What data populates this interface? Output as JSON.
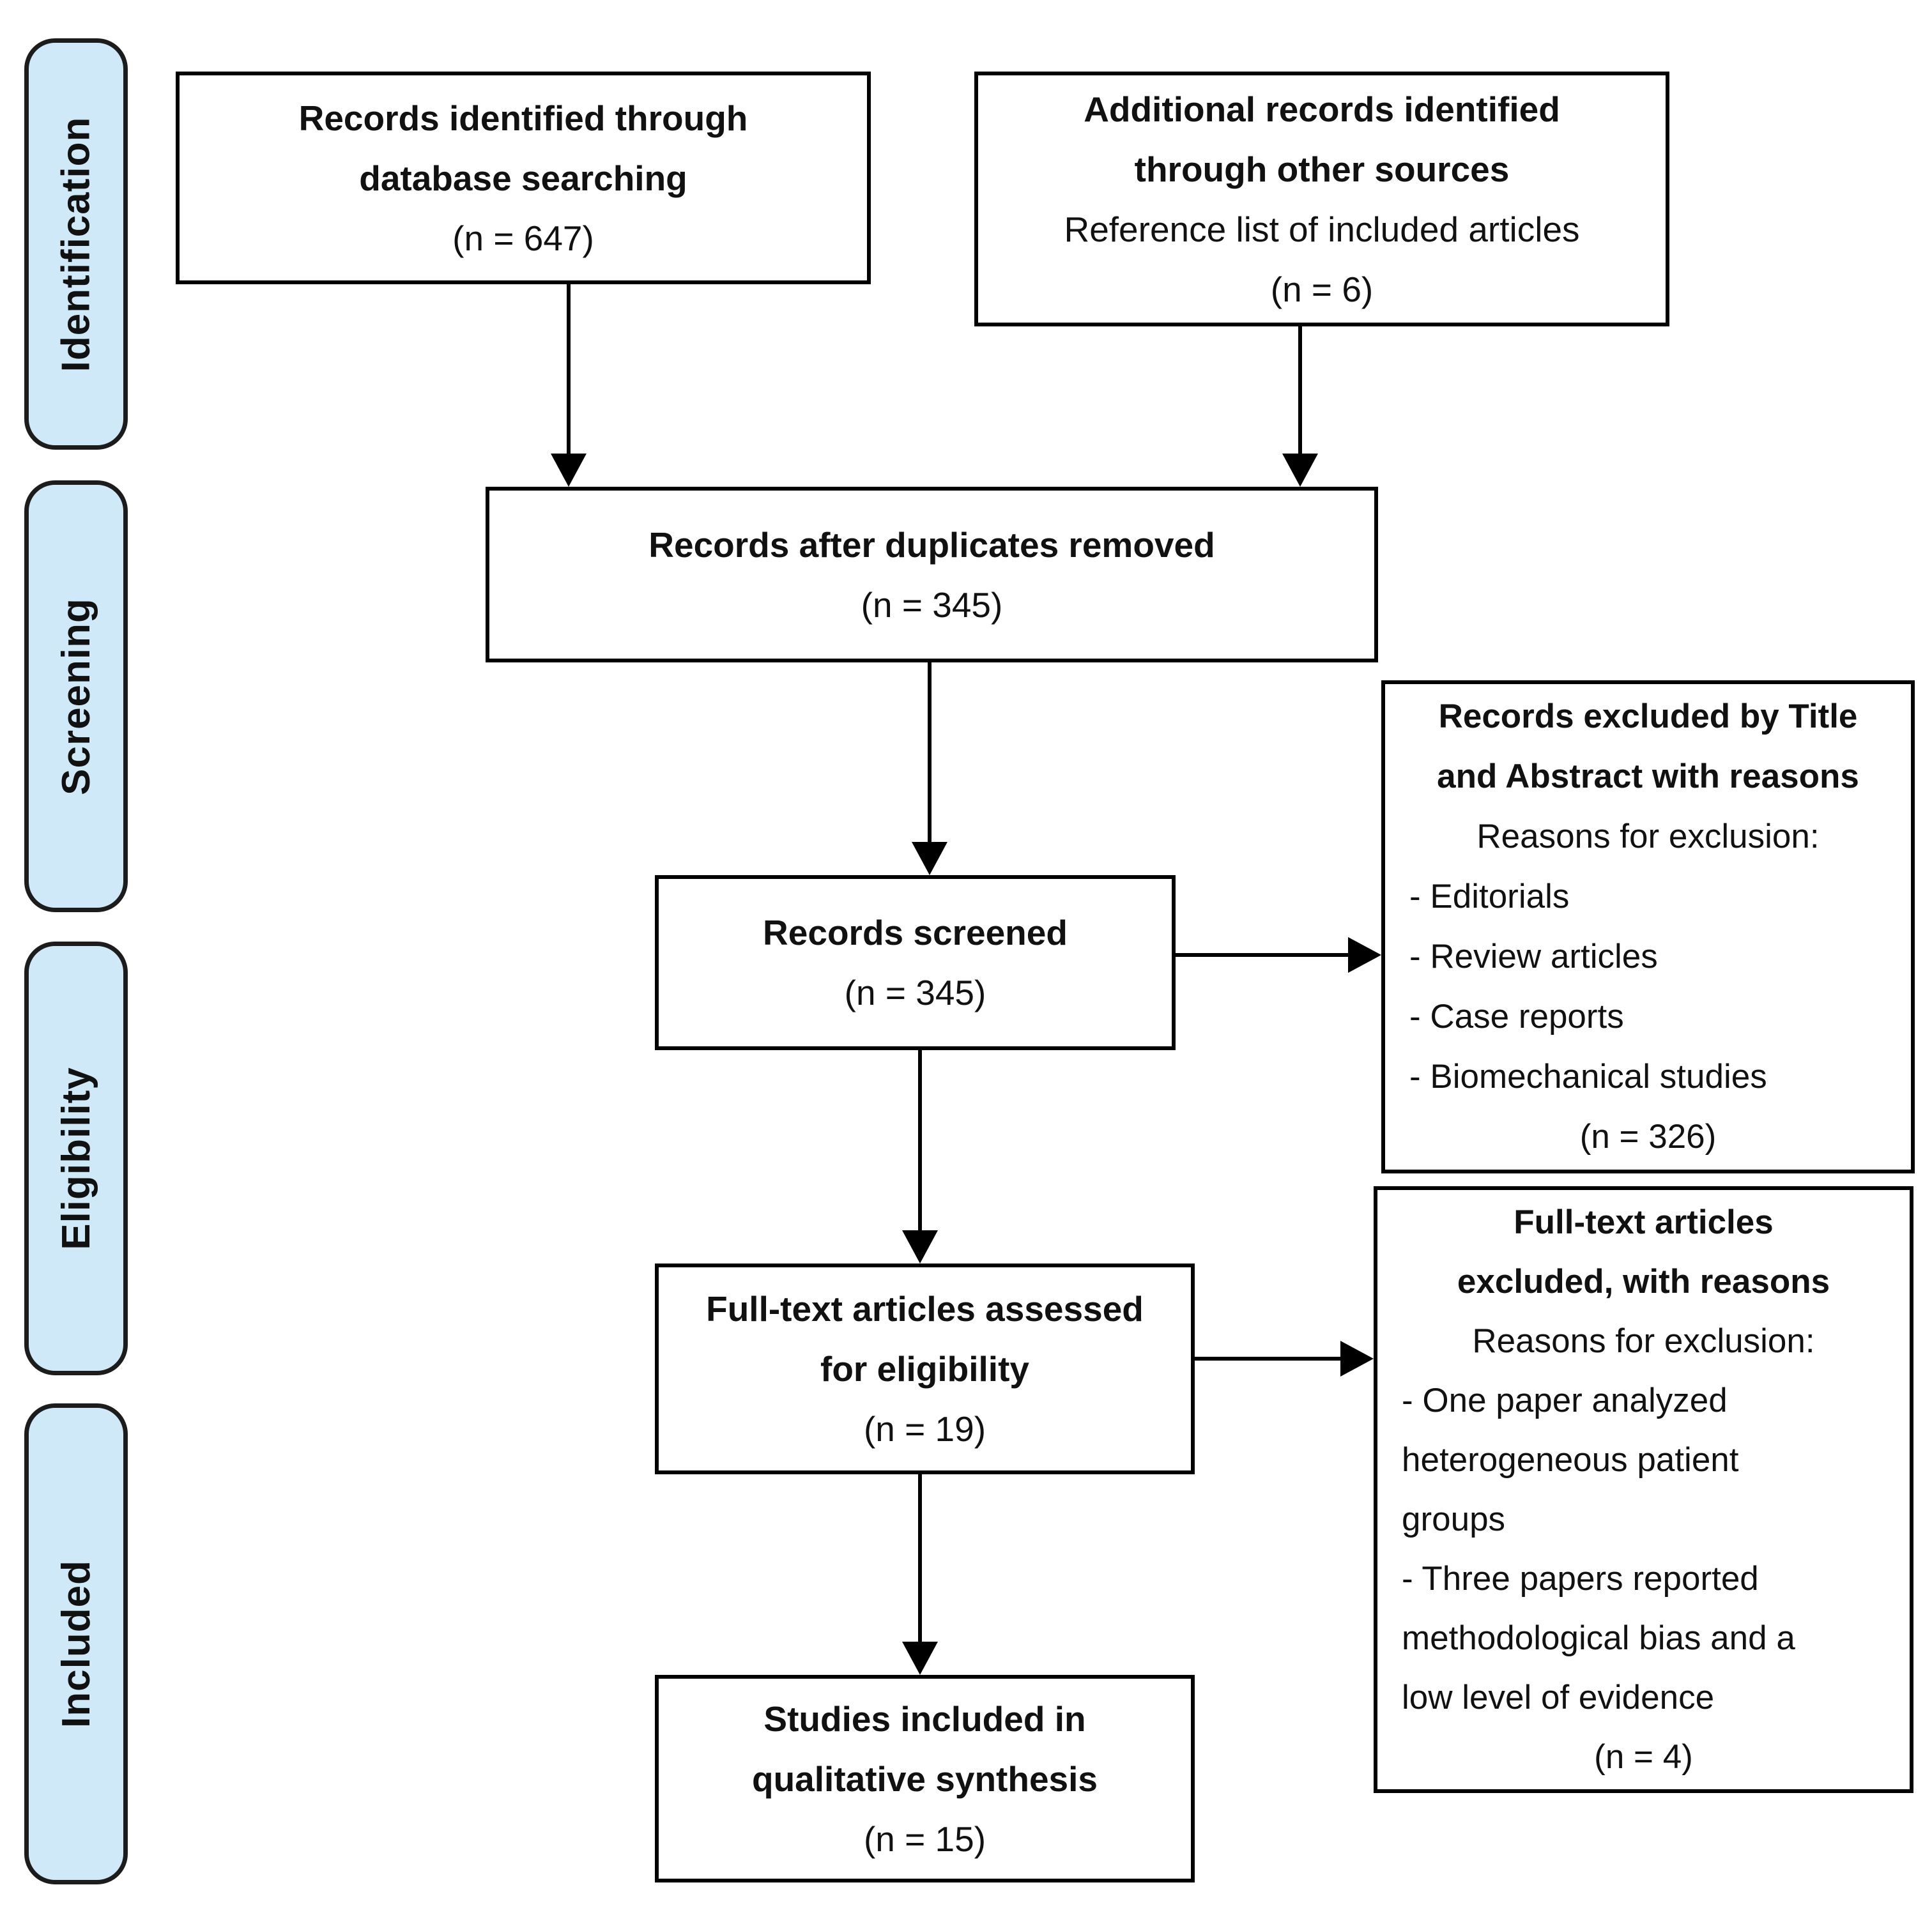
{
  "colors": {
    "background": "#ffffff",
    "tab_fill": "#cfe9f9",
    "tab_border": "#1c1c1c",
    "box_fill": "#ffffff",
    "box_border": "#000000",
    "arrow": "#000000",
    "text": "#111111"
  },
  "sidebar": {
    "items": [
      {
        "label": "Identification"
      },
      {
        "label": "Screening"
      },
      {
        "label": "Eligibility"
      },
      {
        "label": "Included"
      }
    ]
  },
  "boxes": {
    "identified": {
      "lines": [
        {
          "text": "Records identified through",
          "bold": true
        },
        {
          "text": "database searching",
          "bold": true
        },
        {
          "text": "(n = 647)",
          "bold": false
        }
      ]
    },
    "additional": {
      "lines": [
        {
          "text": "Additional records identified",
          "bold": true
        },
        {
          "text": "through other sources",
          "bold": true
        },
        {
          "text": "Reference list of included articles",
          "bold": false
        },
        {
          "text": "(n = 6)",
          "bold": false
        }
      ]
    },
    "duplicates_removed": {
      "lines": [
        {
          "text": "Records after duplicates removed",
          "bold": true
        },
        {
          "text": "(n = 345)",
          "bold": false
        }
      ]
    },
    "screened": {
      "lines": [
        {
          "text": "Records screened",
          "bold": true
        },
        {
          "text": "(n = 345)",
          "bold": false
        }
      ]
    },
    "excluded_title_abstract": {
      "lines": [
        {
          "text": "Records excluded by Title",
          "bold": true
        },
        {
          "text": "and Abstract with reasons",
          "bold": true
        },
        {
          "text": "Reasons for exclusion:",
          "bold": false
        },
        {
          "text": "- Editorials",
          "bold": false,
          "align": "left"
        },
        {
          "text": "- Review articles",
          "bold": false,
          "align": "left"
        },
        {
          "text": "- Case reports",
          "bold": false,
          "align": "left"
        },
        {
          "text": "- Biomechanical studies",
          "bold": false,
          "align": "left"
        },
        {
          "text": "(n = 326)",
          "bold": false
        }
      ]
    },
    "fulltext_assessed": {
      "lines": [
        {
          "text": "Full-text articles assessed",
          "bold": true
        },
        {
          "text": "for eligibility",
          "bold": true
        },
        {
          "text": "(n = 19)",
          "bold": false
        }
      ]
    },
    "excluded_fulltext": {
      "lines": [
        {
          "text": "Full-text articles",
          "bold": true
        },
        {
          "text": "excluded, with reasons",
          "bold": true
        },
        {
          "text": "Reasons for exclusion:",
          "bold": false
        },
        {
          "text": "- One paper analyzed",
          "bold": false,
          "align": "left"
        },
        {
          "text": "heterogeneous patient",
          "bold": false,
          "align": "left"
        },
        {
          "text": "groups",
          "bold": false,
          "align": "left"
        },
        {
          "text": "- Three papers reported",
          "bold": false,
          "align": "left"
        },
        {
          "text": "methodological bias and a",
          "bold": false,
          "align": "left"
        },
        {
          "text": "low level of evidence",
          "bold": false,
          "align": "left"
        },
        {
          "text": "(n = 4)",
          "bold": false
        }
      ]
    },
    "included_studies": {
      "lines": [
        {
          "text": "Studies included in",
          "bold": true
        },
        {
          "text": "qualitative synthesis",
          "bold": true
        },
        {
          "text": "(n = 15)",
          "bold": false
        }
      ]
    }
  }
}
